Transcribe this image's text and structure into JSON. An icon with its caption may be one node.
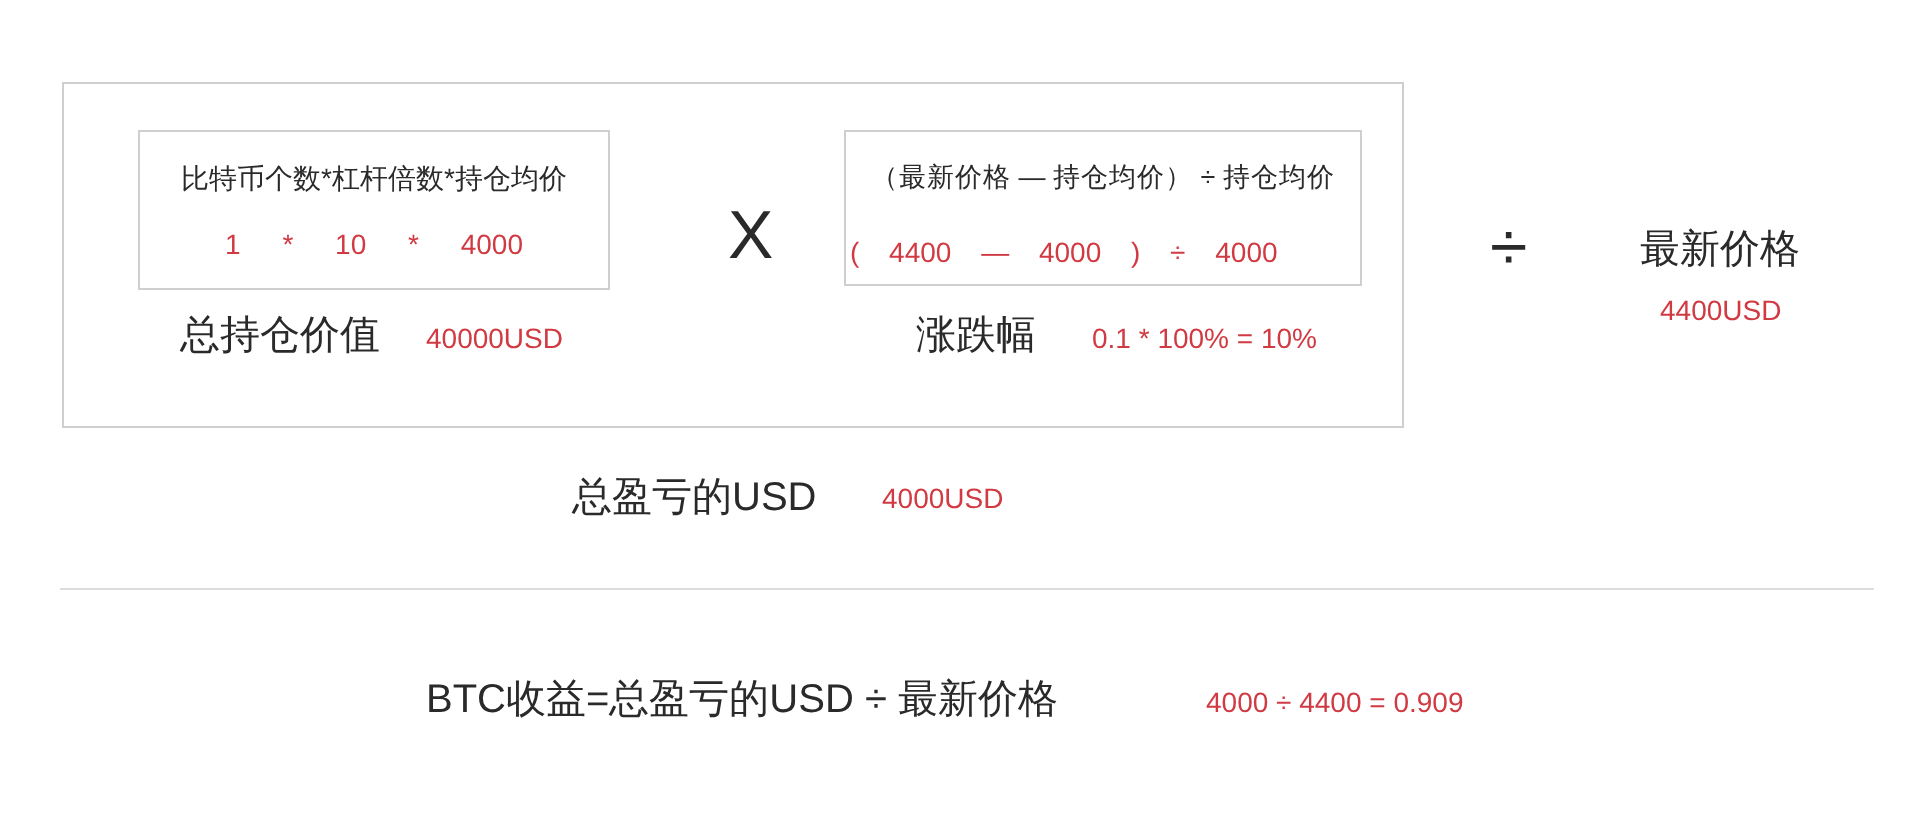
{
  "diagram": {
    "nodes": [
      {
        "text": [],
        "shape": "box",
        "beside": [
          "总盈亏的USD",
          "4000USD"
        ]
      },
      {
        "text": [
          "比特币个数*杠杆倍数*持仓均价",
          "1 * 10 * 4000"
        ],
        "in": 0,
        "beside": [
          "总持仓价值",
          "40000USD"
        ]
      },
      {
        "text": [
          "（最新价格 — 持仓均价） ÷ 持仓均价",
          "( 4400 — 4000 ) ÷ 4000"
        ],
        "in": 0,
        "beside": [
          "涨跌幅",
          "0.1 * 100% = 10%"
        ]
      }
    ],
    "labels": [
      "X",
      "÷",
      "最新价格",
      "4400USD",
      "BTC收益=总盈亏的USD ÷ 最新价格",
      "4000 ÷ 4400 = 0.909"
    ]
  }
}
